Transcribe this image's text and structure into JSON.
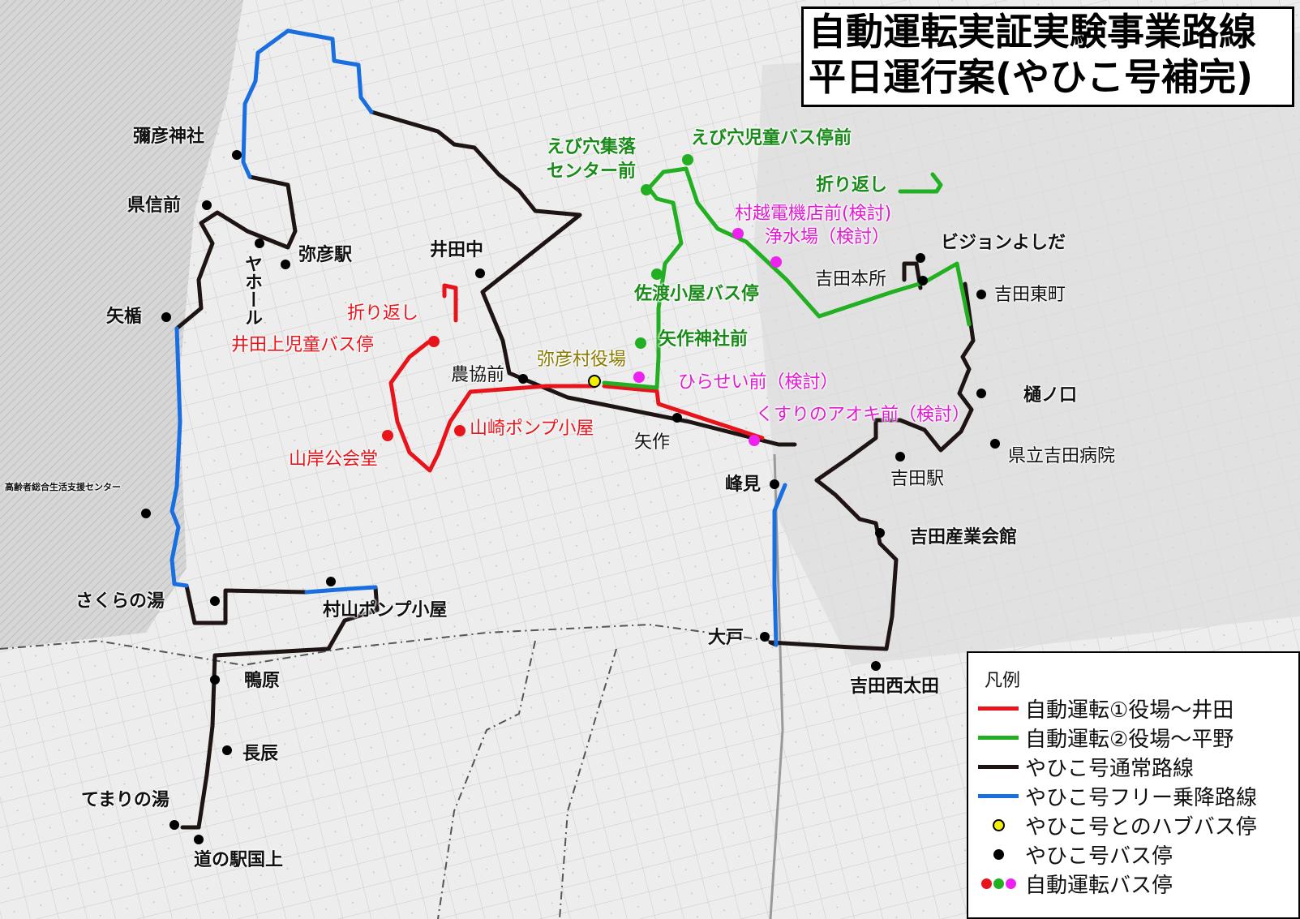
{
  "title": {
    "line1": "自動運転実証実験事業路線",
    "line2": "平日運行案(やひこ号補完)"
  },
  "colors": {
    "route_red": "#e8141b",
    "route_green": "#22b022",
    "route_black": "#1e1414",
    "route_blue": "#1a6fe0",
    "hub_yellow": "#f2f200",
    "stop_magenta": "#ee22ee"
  },
  "legend": {
    "title": "凡例",
    "items": [
      {
        "label": "自動運転①役場～井田",
        "kind": "line",
        "color": "#e8141b"
      },
      {
        "label": "自動運転②役場～平野",
        "kind": "line",
        "color": "#22b022"
      },
      {
        "label": "やひこ号通常路線",
        "kind": "line",
        "color": "#1e1414"
      },
      {
        "label": "やひこ号フリー乗降路線",
        "kind": "line",
        "color": "#1a6fe0"
      },
      {
        "label": "やひこ号とのハブバス停",
        "kind": "hub",
        "color": "#f2f200"
      },
      {
        "label": "やひこ号バス停",
        "kind": "dot",
        "color": "#000000"
      },
      {
        "label": "自動運転バス停",
        "kind": "dots",
        "colors": [
          "#e8141b",
          "#22b022",
          "#ee22ee"
        ]
      }
    ]
  },
  "labels": {
    "yahiko_shrine": "彌彦神社",
    "kenshin_mae": "県信前",
    "yahiko_station": "弥彦駅",
    "yahoru": "ヤホール",
    "yadate": "矢楯",
    "elderly_center": "高齢者総合生活支援センター",
    "sakura_no_yu": "さくらの湯",
    "murayama_pump": "村山ポンプ小屋",
    "kamohara": "鴨原",
    "nagatatsu": "長辰",
    "temari_no_yu": "てまりの湯",
    "michinoeki": "道の駅国上",
    "ida_naka": "井田中",
    "orikaeshi_red": "折り返し",
    "idakami_bus": "井田上児童バス停",
    "nokyo_mae": "農協前",
    "yahiko_office": "弥彦村役場",
    "yamagishi_hall": "山岸公会堂",
    "yamazaki_pump": "山崎ポンプ小屋",
    "yasaku": "矢作",
    "ebiana_center": "えび穴集落センター前",
    "ebiana_school": "えび穴児童バス停前",
    "orikaeshi_green": "折り返し",
    "sado_koya": "佐渡小屋バス停",
    "yasaku_shrine": "矢作神社前",
    "murakoshi": "村越電機店前(検討)",
    "josuijo": "浄水場（検討）",
    "hirasei": "ひらせい前（検討）",
    "kusuri_aoki": "くすりのアオキ前（検討）",
    "vision_yoshida": "ビジョンよしだ",
    "yoshida_honjo": "吉田本所",
    "yoshida_higashi": "吉田東町",
    "hinokuchi": "樋ノ口",
    "kenritsu_hospital": "県立吉田病院",
    "yoshida_station": "吉田駅",
    "minemi": "峰見",
    "yoshida_sangyo": "吉田産業会館",
    "oto": "大戸",
    "yoshida_nishiota": "吉田西太田"
  }
}
